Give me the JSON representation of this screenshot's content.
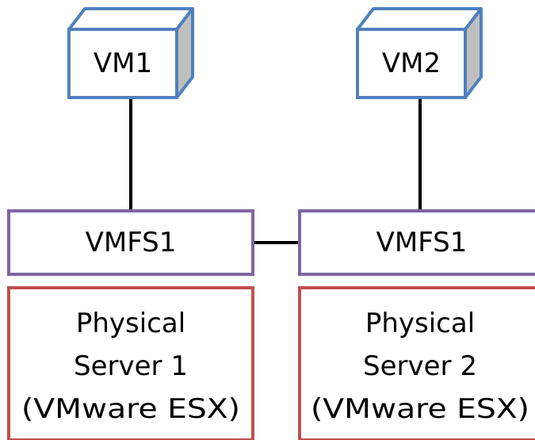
{
  "colors": {
    "vm_border": "#4f81bd",
    "vm_side_fill": "#bfbfbf",
    "vmfs_border": "#8064a2",
    "server_border": "#c0504d",
    "connector": "#000000",
    "text": "#000000",
    "background": "#ffffff"
  },
  "vms": [
    {
      "label": "VM1"
    },
    {
      "label": "VM2"
    }
  ],
  "datastores": [
    {
      "label": "VMFS1"
    },
    {
      "label": "VMFS1"
    }
  ],
  "servers": [
    {
      "lines": [
        "Physical",
        "Server 1",
        "(VMware ESX)"
      ]
    },
    {
      "lines": [
        "Physical",
        "Server 2",
        "(VMware ESX)"
      ]
    }
  ]
}
